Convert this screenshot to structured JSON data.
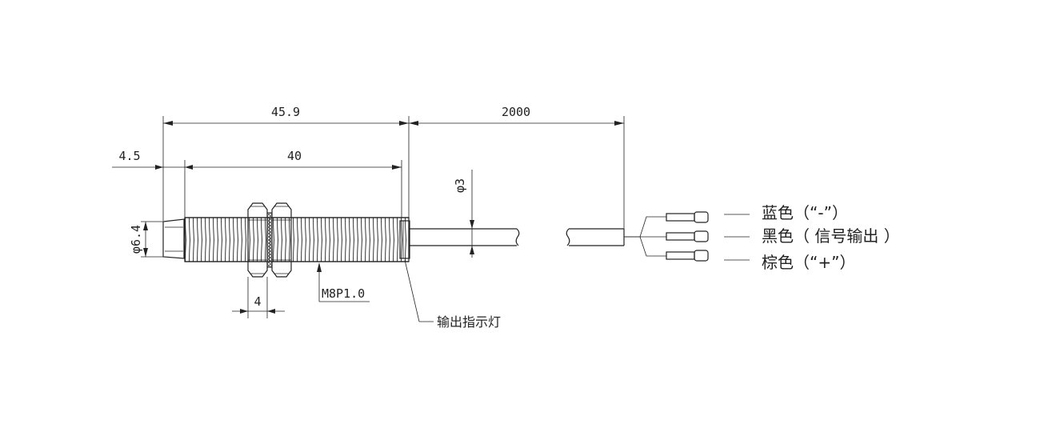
{
  "dimensions": {
    "overall_length": "45.9",
    "cable_length": "2000",
    "front_offset": "4.5",
    "thread_length": "40",
    "body_diameter": "φ6.4",
    "cable_diameter": "φ3",
    "nut_thickness": "4",
    "thread_spec": "M8P1.0"
  },
  "callouts": {
    "indicator": "输出指示灯"
  },
  "wires": [
    {
      "label": "蓝色（“-”）"
    },
    {
      "label": "黑色（ 信号输出 ）"
    },
    {
      "label": "棕色（“+”）"
    }
  ]
}
